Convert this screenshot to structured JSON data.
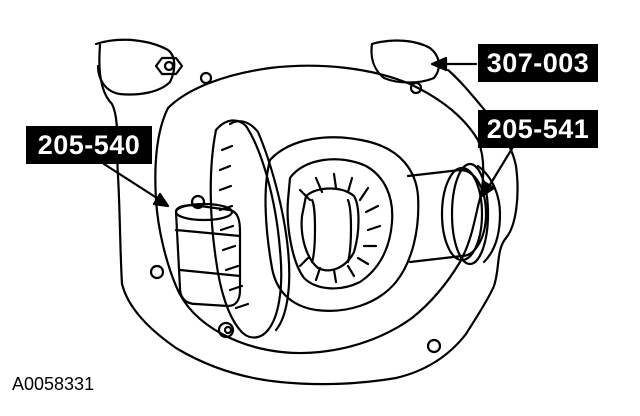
{
  "figure": {
    "figure_id": "A0058331",
    "callouts": [
      {
        "id": "tool-307-003",
        "label": "307-003"
      },
      {
        "id": "tool-205-541",
        "label": "205-541"
      },
      {
        "id": "tool-205-540",
        "label": "205-540"
      }
    ]
  }
}
